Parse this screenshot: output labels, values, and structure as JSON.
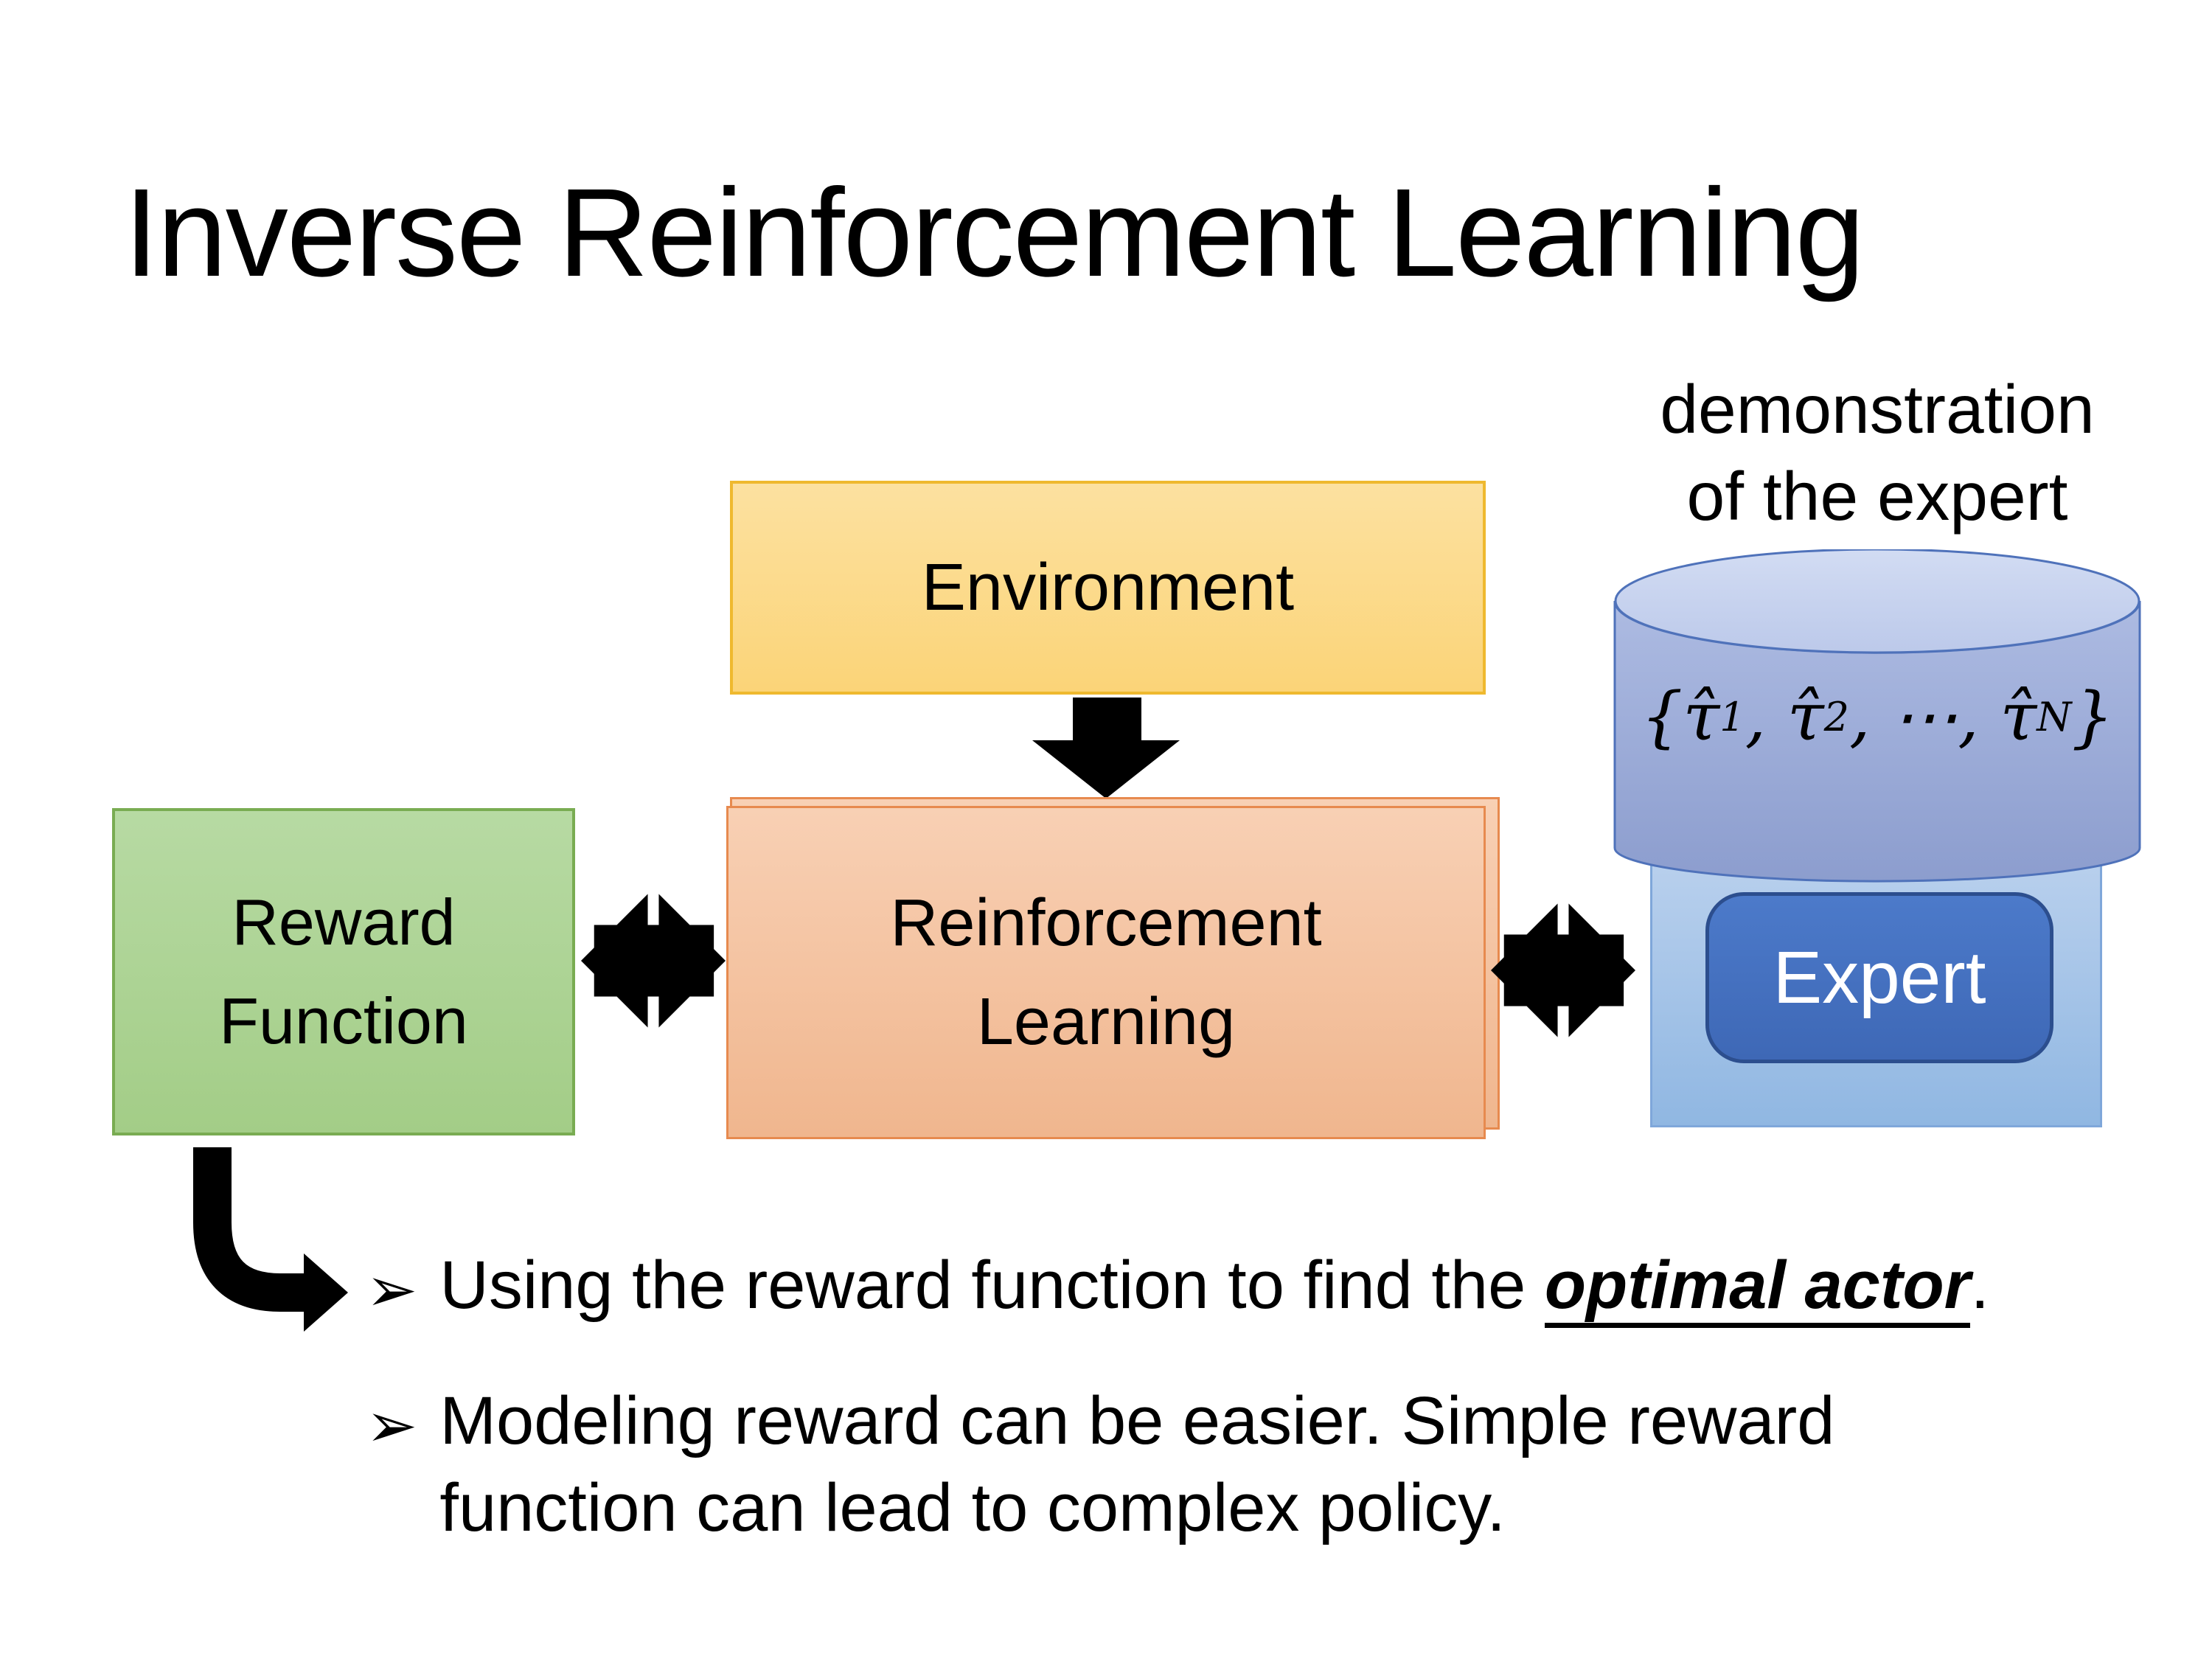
{
  "title": "Inverse Reinforcement Learning",
  "demo_label": {
    "line1": "demonstration",
    "line2": "of the expert"
  },
  "diagram": {
    "environment_label": "Environment",
    "reward_line1": "Reward",
    "reward_line2": "Function",
    "rl_line1": "Reinforcement",
    "rl_line2": "Learning",
    "expert_label": "Expert",
    "formula": {
      "open": "{",
      "separator": ", ",
      "terms": [
        {
          "base": "τ̂",
          "sub": "1"
        },
        {
          "base": "τ̂",
          "sub": "2"
        },
        {
          "base": "⋯",
          "sub": ""
        },
        {
          "base": "τ̂",
          "sub": "N"
        }
      ],
      "close": "}"
    }
  },
  "bullets": {
    "first": {
      "marker": "➢",
      "prefix": "Using the reward function to find the ",
      "emphasis": "optimal actor",
      "suffix": "."
    },
    "second": {
      "marker": "➢",
      "line1": "Modeling reward can be easier. Simple reward",
      "line2": "function can lead to complex policy."
    }
  },
  "theme": {
    "background": "#FFFFFF",
    "text-color": "#000000",
    "arrow-color": "#000000",
    "env-fill-top": "#FCE1A0",
    "env-fill-bottom": "#FBD478",
    "env-border": "#EFB92F",
    "reward-fill-top": "#B7DAA3",
    "reward-fill-bottom": "#A3CD87",
    "reward-border": "#79AC52",
    "rl-fill-top": "#F8D0B4",
    "rl-fill-bottom": "#F0B68E",
    "rl-border": "#E78A4F",
    "container-fill-top": "#BCD2EE",
    "container-fill-bottom": "#90B7E2",
    "container-border": "#7FA7DA",
    "cyl-fill-top": "#ADBBE2",
    "cyl-fill-bottom": "#8C9DCE",
    "cyl-top-fill-top": "#D2DCF3",
    "cyl-top-fill-bottom": "#BCC9EA",
    "cyl-border": "#4F72BA",
    "expert-fill-top": "#4C7ACA",
    "expert-fill-bottom": "#3E68B6",
    "expert-border": "#2C4E8E"
  }
}
